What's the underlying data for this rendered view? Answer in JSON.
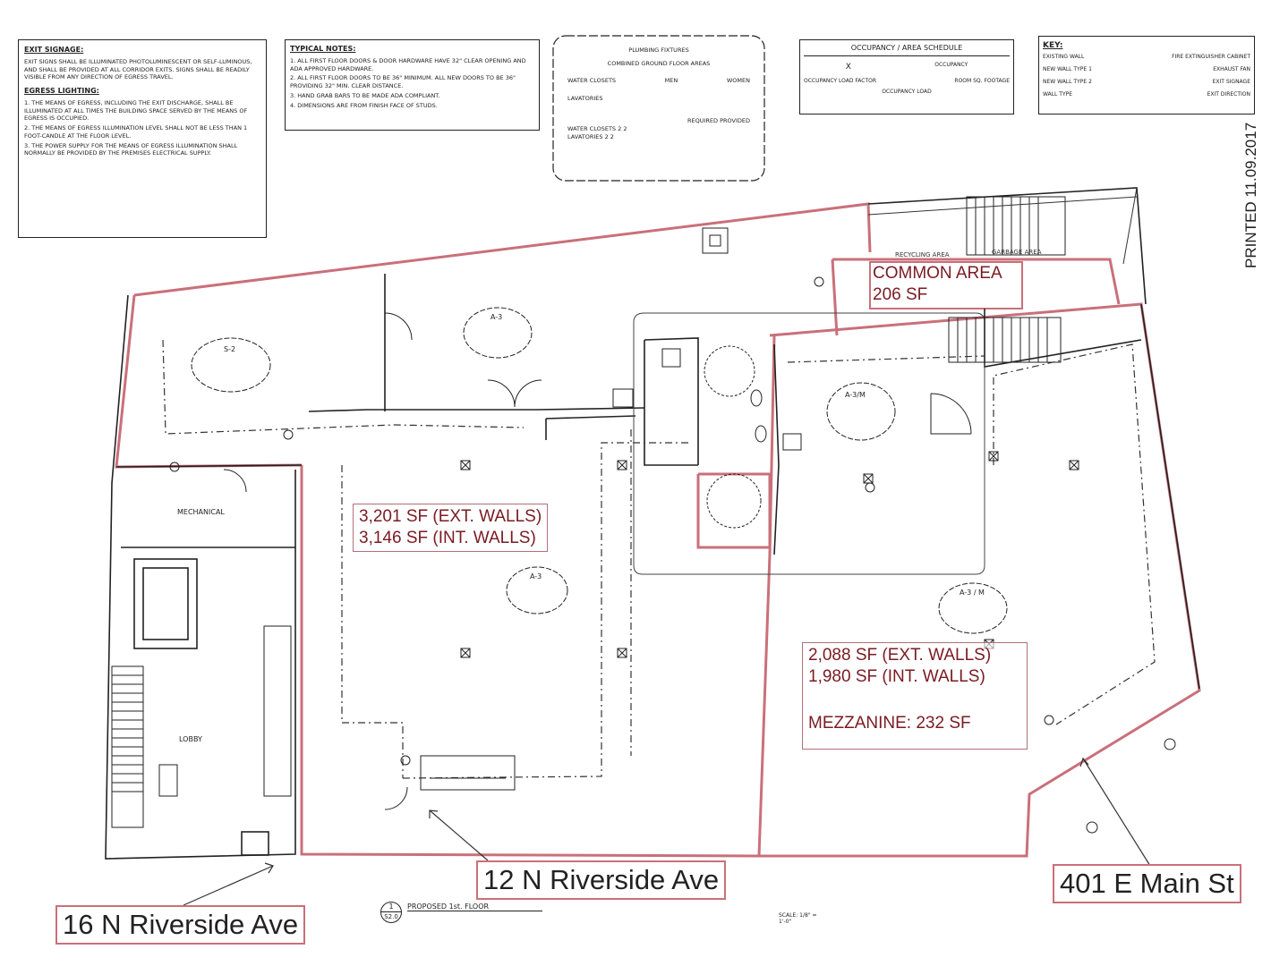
{
  "notes": {
    "exit_signage_title": "EXIT SIGNAGE:",
    "exit_signage_text": "EXIT SIGNS SHALL BE ILLUMINATED PHOTOLUMINESCENT OR SELF-LUMINOUS, AND SHALL BE PROVIDED AT ALL CORRIDOR EXITS. SIGNS SHALL BE READILY VISIBLE FROM ANY DIRECTION OF EGRESS TRAVEL.",
    "egress_lighting_title": "EGRESS LIGHTING:",
    "egress_lighting_items": [
      "1. THE MEANS OF EGRESS, INCLUDING THE EXIT DISCHARGE, SHALL BE ILLUMINATED AT ALL TIMES THE BUILDING SPACE SERVED BY THE MEANS OF EGRESS IS OCCUPIED.",
      "2. THE MEANS OF EGRESS ILLUMINATION LEVEL SHALL NOT BE LESS THAN 1 FOOT-CANDLE AT THE FLOOR LEVEL.",
      "3. THE POWER SUPPLY FOR THE MEANS OF EGRESS ILLUMINATION SHALL NORMALLY BE PROVIDED BY THE PREMISES ELECTRICAL SUPPLY."
    ]
  },
  "typical_notes": {
    "title": "TYPICAL NOTES:",
    "items": [
      "1. ALL FIRST FLOOR DOORS & DOOR HARDWARE HAVE 32\" CLEAR OPENING AND ADA APPROVED HARDWARE.",
      "2. ALL FIRST FLOOR DOORS TO BE 36\" MINIMUM. ALL NEW DOORS TO BE 36\" PROVIDING 32\" MIN. CLEAR DISTANCE.",
      "3. HAND GRAB BARS TO BE MADE ADA COMPLIANT.",
      "4. DIMENSIONS ARE FROM FINISH FACE OF STUDS."
    ]
  },
  "plumbing": {
    "title": "PLUMBING FIXTURES",
    "subtitle": "COMBINED GROUND FLOOR AREAS",
    "rows": [
      "WATER CLOSETS",
      "LAVATORIES"
    ],
    "headers": [
      "MEN",
      "WOMEN"
    ],
    "totals_title": "REQUIRED  PROVIDED",
    "totals": [
      "WATER CLOSETS 2 2",
      "LAVATORIES 2 2"
    ]
  },
  "occupancy_schedule": {
    "title": "OCCUPANCY / AREA SCHEDULE",
    "x_label": "X",
    "occupancy": "OCCUPANCY",
    "room_sq_footage": "ROOM SQ. FOOTAGE",
    "occupancy_load_factor": "OCCUPANCY LOAD FACTOR",
    "occupancy_load": "OCCUPANCY LOAD"
  },
  "key": {
    "title": "KEY:",
    "items_left": [
      "EXISTING WALL",
      "NEW WALL TYPE 1",
      "NEW WALL TYPE 2",
      "WALL TYPE"
    ],
    "items_right": [
      "FIRE EXTINGUISHER CABINET",
      "EXHAUST FAN",
      "EXIT SIGNAGE",
      "EXIT DIRECTION"
    ]
  },
  "printed_date": "PRINTED 11.09.2017",
  "areas": {
    "common_area_title": "COMMON AREA",
    "common_area_sf": "206 SF",
    "middle_ext": "3,201 SF (EXT. WALLS)",
    "middle_int": "3,146 SF (INT. WALLS)",
    "right_ext": "2,088 SF (EXT. WALLS)",
    "right_int": "1,980 SF (INT. WALLS)",
    "mezzanine": "MEZZANINE: 232 SF"
  },
  "rooms": {
    "mechanical": "MECHANICAL",
    "lobby": "LOBBY",
    "recycling": "RECYCLING AREA",
    "garbage": "GARBAGE AREA"
  },
  "clouds": {
    "s2": "S-2",
    "a3_top": "A-3",
    "a3m_top": "A-3/M",
    "a3_mid": "A-3",
    "a3m_right": "A-3 / M"
  },
  "addresses": {
    "a16": "16 N Riverside Ave",
    "a12": "12 N Riverside Ave",
    "a401": "401 E Main St"
  },
  "title_block": {
    "number": "1",
    "sheet": "S2.0",
    "title": "PROPOSED 1st. FLOOR",
    "scale": "SCALE: 1/8\" = 1'-0\""
  }
}
